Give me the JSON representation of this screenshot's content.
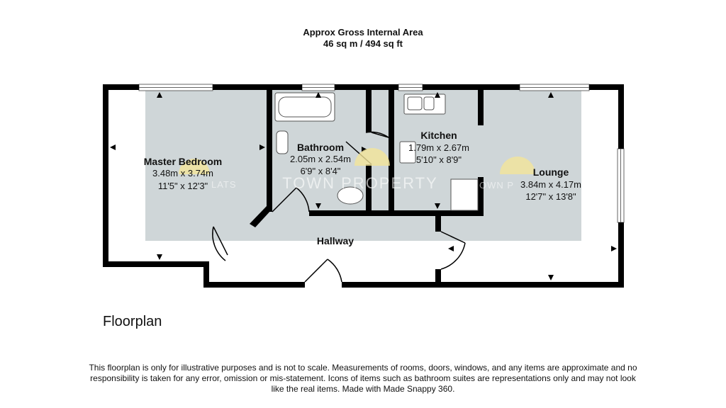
{
  "header": {
    "title": "Approx Gross Internal Area",
    "area": "46 sq m / 494 sq ft"
  },
  "caption": "Floorplan",
  "disclaimer": "This floorplan is only for illustrative purposes and is not to scale. Measurements of rooms, doors, windows, and any items are approximate and no responsibility is taken for any error, omission or mis-statement. Icons of items such as bathroom suites are representations only and may not look like the real items. Made with Made Snappy 360.",
  "watermark": {
    "main": "TOWN PROPERTY",
    "left_fragment": "LATS",
    "right_fragment": "OWN P"
  },
  "rooms": {
    "master_bedroom": {
      "name": "Master Bedroom",
      "metric": "3.48m x 3.74m",
      "imperial": "11'5\" x 12'3\""
    },
    "bathroom": {
      "name": "Bathroom",
      "metric": "2.05m x 2.54m",
      "imperial": "6'9\" x 8'4\""
    },
    "kitchen": {
      "name": "Kitchen",
      "metric": "1.79m x 2.67m",
      "imperial": "5'10\" x 8'9\""
    },
    "lounge": {
      "name": "Lounge",
      "metric": "3.84m x 4.17m",
      "imperial": "12'7\" x 13'8\""
    },
    "hallway": {
      "name": "Hallway"
    }
  },
  "colors": {
    "wall": "#000000",
    "shading": "#cfd6d8",
    "watermark_logo": "#f3e59a"
  }
}
